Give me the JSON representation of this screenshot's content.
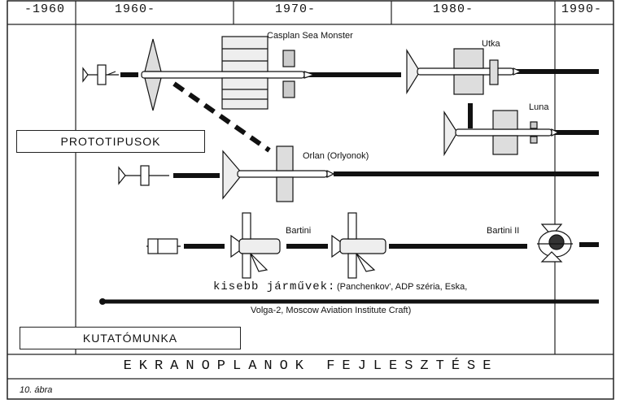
{
  "eras": [
    "-1960",
    "1960-",
    "1970-",
    "1980-",
    "1990-"
  ],
  "crafts": {
    "caspian": "Casplan Sea Monster",
    "utka": "Utka",
    "luna": "Luna",
    "orlan": "Orlan (Orlyonok)",
    "bartini": "Bartini",
    "bartini2": "Bartini II"
  },
  "labels": {
    "prototypes": "PROTOTIPUSOK",
    "research": "KUTATÓMUNKA"
  },
  "small": {
    "heading": "kisebb járművek:",
    "line1_rest": "(Panchenkov',  ADP széria,  Eska,",
    "line2": "Volga-2, Moscow Aviation Institute Craft)"
  },
  "title": "EKRANOPLANOK FEJLESZTÉSE",
  "caption": "10. ábra"
}
